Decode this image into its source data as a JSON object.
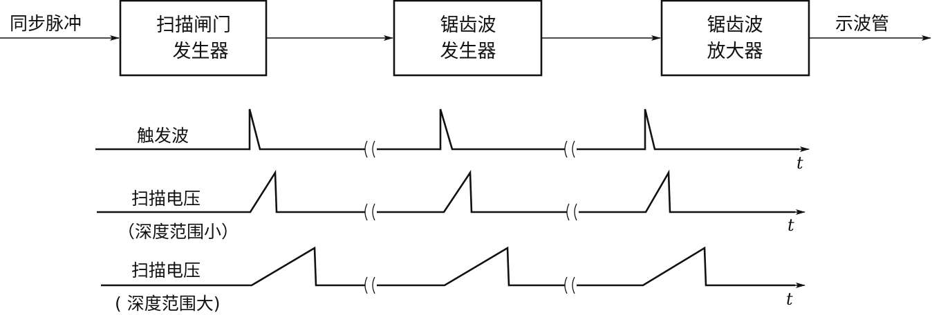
{
  "block_diagram": {
    "input_label": "同步脉冲",
    "output_label": "示波管",
    "blocks": [
      {
        "lines": [
          "扫描闸门",
          "发生器"
        ]
      },
      {
        "lines": [
          "锯齿波",
          "发生器"
        ]
      },
      {
        "lines": [
          "锯齿波",
          "放大器"
        ]
      }
    ]
  },
  "waveforms": [
    {
      "type": "trigger",
      "label_lines": [
        "触发波"
      ],
      "axis_label": "t"
    },
    {
      "type": "sawtooth-short",
      "label_lines": [
        "扫描电压",
        "（深度范围小）"
      ],
      "axis_label": "t"
    },
    {
      "type": "sawtooth-long",
      "label_lines": [
        "扫描电压",
        "( 深度范围大)"
      ],
      "axis_label": "t"
    }
  ],
  "colors": {
    "ink": "#111111",
    "background": "#ffffff"
  }
}
